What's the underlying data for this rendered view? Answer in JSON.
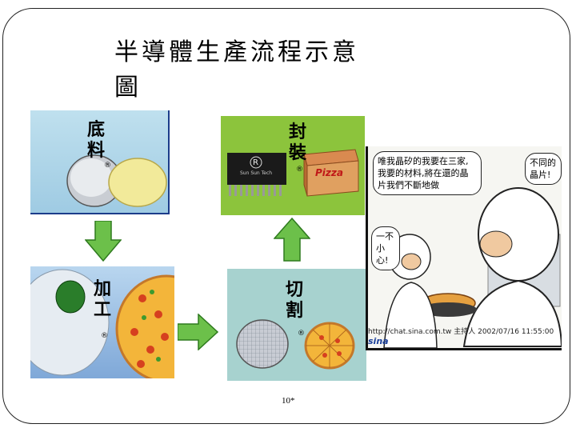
{
  "slide": {
    "title": "半導體生產流程示意圖",
    "page_number": "10*"
  },
  "panels": {
    "raw_material": {
      "label": "底料",
      "mark": "®"
    },
    "packaging": {
      "label": "封裝",
      "mark": "®",
      "chip_logo": "R",
      "chip_brand": "Sun Sun Tech",
      "pizza_box_text": "Pizza"
    },
    "processing": {
      "label": "加工",
      "mark": "®"
    },
    "cutting": {
      "label": "切割",
      "mark": "®"
    }
  },
  "cartoon": {
    "bubble_main": "唯我晶矽的我要在三家,我要的材料,將在還的晶片我們不斷地做",
    "bubble_right": "不同的晶片!",
    "bubble_left": "一不小心!",
    "credit_logo": "sina",
    "credit_text": "http://chat.sina.com.tw  主持人  2002/07/16  11:55:00"
  },
  "colors": {
    "arrow_fill": "#6cc04a",
    "panel_green": "#8cc43c",
    "panel_teal": "#a7d2cf",
    "panel_blue": "#9fcbe3"
  }
}
